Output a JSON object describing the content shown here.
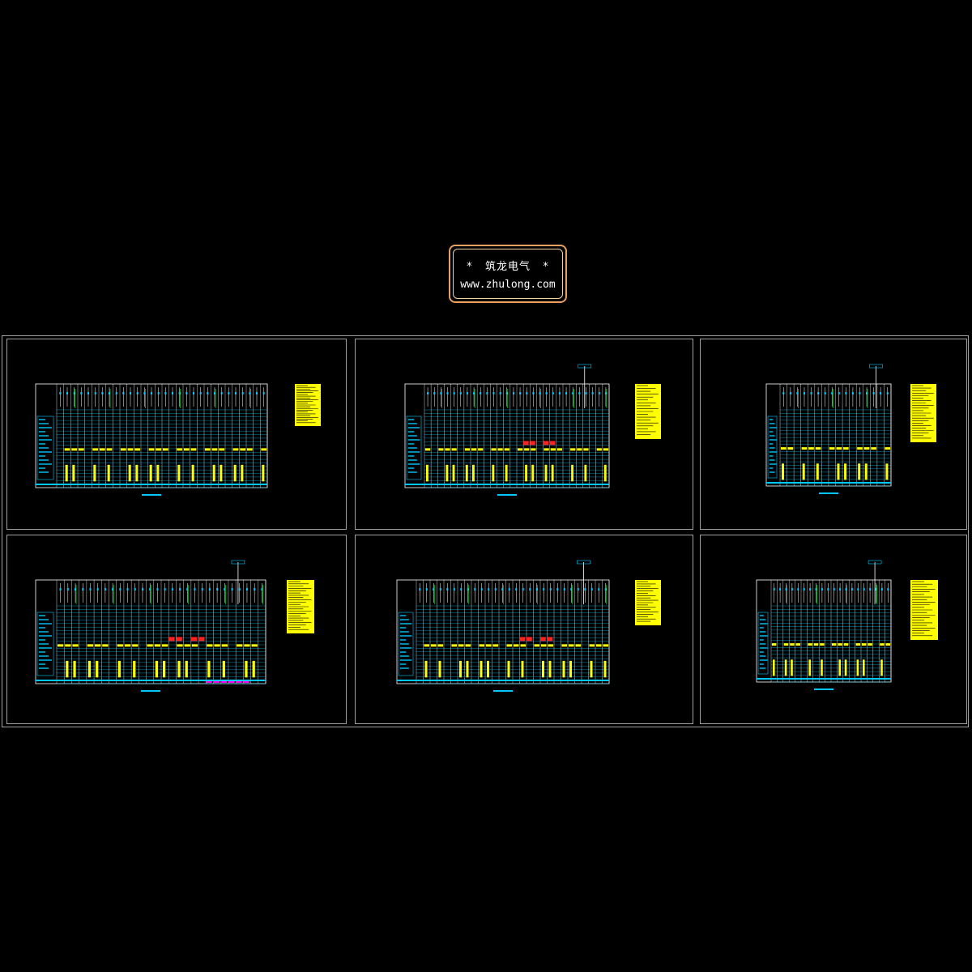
{
  "watermark": {
    "title": "*   筑龙电气   *",
    "url": "www.zhulong.com"
  },
  "colors": {
    "background": "#000000",
    "frame": "#a0a0a0",
    "table_line": "#00c8ff",
    "fill_yellow": "#ffff00",
    "highlight_red": "#ff2020",
    "highlight_magenta": "#ff00ff",
    "line_green": "#00ff40",
    "line_white": "#ffffff"
  },
  "sheets": [
    {
      "name": "sheet-1",
      "columns": 30,
      "red_marks": 0,
      "magenta_marks": 0,
      "has_header_pole": false,
      "side_table_rows": 22
    },
    {
      "name": "sheet-2",
      "columns": 28,
      "red_marks": 4,
      "magenta_marks": 0,
      "has_header_pole": true,
      "side_table_rows": 18
    },
    {
      "name": "sheet-3",
      "columns": 16,
      "red_marks": 0,
      "magenta_marks": 0,
      "has_header_pole": true,
      "side_table_rows": 22
    },
    {
      "name": "sheet-4",
      "columns": 28,
      "red_marks": 4,
      "magenta_marks": 6,
      "has_header_pole": true,
      "side_table_rows": 22
    },
    {
      "name": "sheet-5",
      "columns": 28,
      "red_marks": 4,
      "magenta_marks": 0,
      "has_header_pole": true,
      "side_table_rows": 18
    },
    {
      "name": "sheet-6",
      "columns": 20,
      "red_marks": 0,
      "magenta_marks": 0,
      "has_header_pole": true,
      "side_table_rows": 22
    }
  ]
}
